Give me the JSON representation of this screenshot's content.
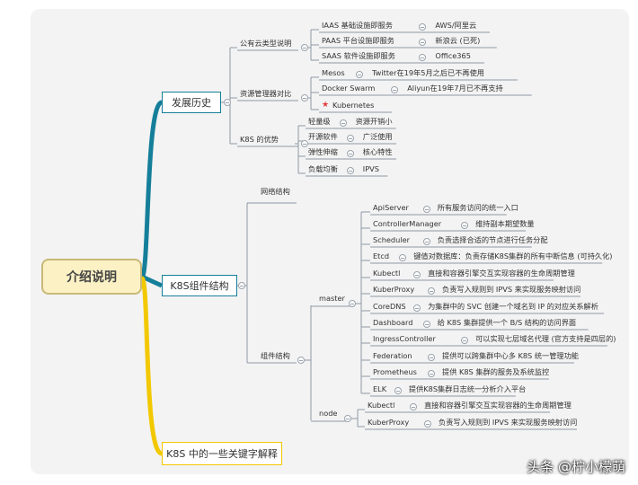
{
  "root": "介绍说明",
  "branches": [
    {
      "label": "发展历史",
      "children": [
        {
          "label": "公有云类型说明",
          "items": [
            {
              "k": "IAAS 基础设施即服务",
              "v": "AWS/阿里云"
            },
            {
              "k": "PAAS 平台设施即服务",
              "v": "新浪云 (已死)"
            },
            {
              "k": "SAAS 软件设施即服务",
              "v": "Office365"
            }
          ]
        },
        {
          "label": "资源管理器对比",
          "items": [
            {
              "k": "Mesos",
              "v": "Twitter在19年5月之后已不再使用"
            },
            {
              "k": "Docker Swarm",
              "v": "Aliyun在19年7月已不再支持"
            },
            {
              "k": "Kubernetes",
              "v": "",
              "star": true
            }
          ]
        },
        {
          "label": "K8S 的优势",
          "items": [
            {
              "k": "轻量级",
              "v": "资源开销小"
            },
            {
              "k": "开源软件",
              "v": "广泛使用"
            },
            {
              "k": "弹性伸缩",
              "v": "核心特性"
            },
            {
              "k": "负载均衡",
              "v": "IPVS"
            }
          ]
        }
      ]
    },
    {
      "label": "K8S组件结构",
      "net_label": "网络结构",
      "comp_label": "组件结构",
      "master": {
        "label": "master",
        "items": [
          {
            "k": "ApiServer",
            "v": "所有服务访问的统一入口"
          },
          {
            "k": "ControllerManager",
            "v": "维持副本期望数量"
          },
          {
            "k": "Scheduler",
            "v": "负责选择合适的节点进行任务分配"
          },
          {
            "k": "Etcd",
            "v": "键值对数据库：负责存储K8S集群的所有中断信息 (可持久化)"
          },
          {
            "k": "Kubectl",
            "v": "直接和容器引擎交互实现容器的生命周期管理"
          },
          {
            "k": "KuberProxy",
            "v": "负责写入规则到 IPVS 来实现服务映射访问"
          },
          {
            "k": "CoreDNS",
            "v": "为集群中的 SVC 创建一个域名到 IP 的对应关系解析"
          },
          {
            "k": "Dashboard",
            "v": "给 K8S 集群提供一个 B/S 结构的访问界面"
          },
          {
            "k": "IngressController",
            "v": "可以实现七层域名代理 (官方支持是四层的)"
          },
          {
            "k": "Federation",
            "v": "提供可以跨集群中心多 K8S 统一管理功能"
          },
          {
            "k": "Prometheus",
            "v": "提供 K8S 集群的服务及系统监控"
          },
          {
            "k": "ELK",
            "v": "提供K8S集群日志统一分析介入平台"
          }
        ]
      },
      "node": {
        "label": "node",
        "items": [
          {
            "k": "Kubectl",
            "v": "直接和容器引擎交互实现容器的生命周期管理"
          },
          {
            "k": "KuberProxy",
            "v": "负责写入规则到 IPVS 来实现服务映射访问"
          }
        ]
      }
    },
    {
      "label": "K8S 中的一些关键字解释"
    }
  ],
  "watermark": "头条 @柠小檬萌",
  "colors": {
    "blue": "#157f9a",
    "yellow": "#f2c800",
    "line": "#8f9aa6",
    "root_bg": "#fbf1c4"
  }
}
